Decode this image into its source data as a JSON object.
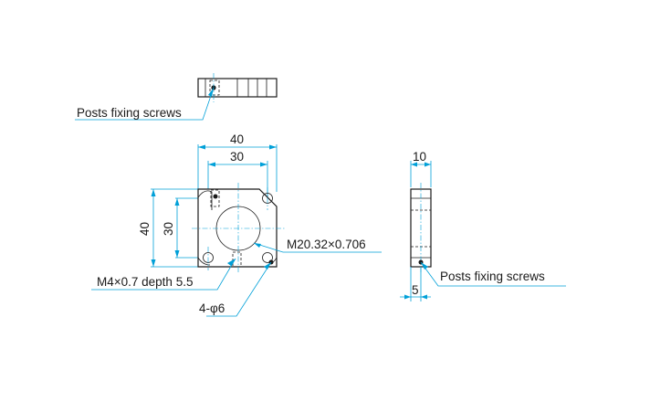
{
  "top_view": {
    "callout": "Posts fixing screws"
  },
  "front_view": {
    "dim_width_outer": "40",
    "dim_width_inner": "30",
    "dim_height_outer": "40",
    "dim_height_inner": "30",
    "thread_callout": "M20.32×0.706",
    "tapped_hole_callout": "M4×0.7 depth 5.5",
    "hole_callout": "4-φ6"
  },
  "side_view": {
    "dim_thickness": "10",
    "dim_offset": "5",
    "callout": "Posts fixing screws"
  },
  "colors": {
    "dimension": "#00a0d8",
    "outline": "#1a1a1a"
  }
}
